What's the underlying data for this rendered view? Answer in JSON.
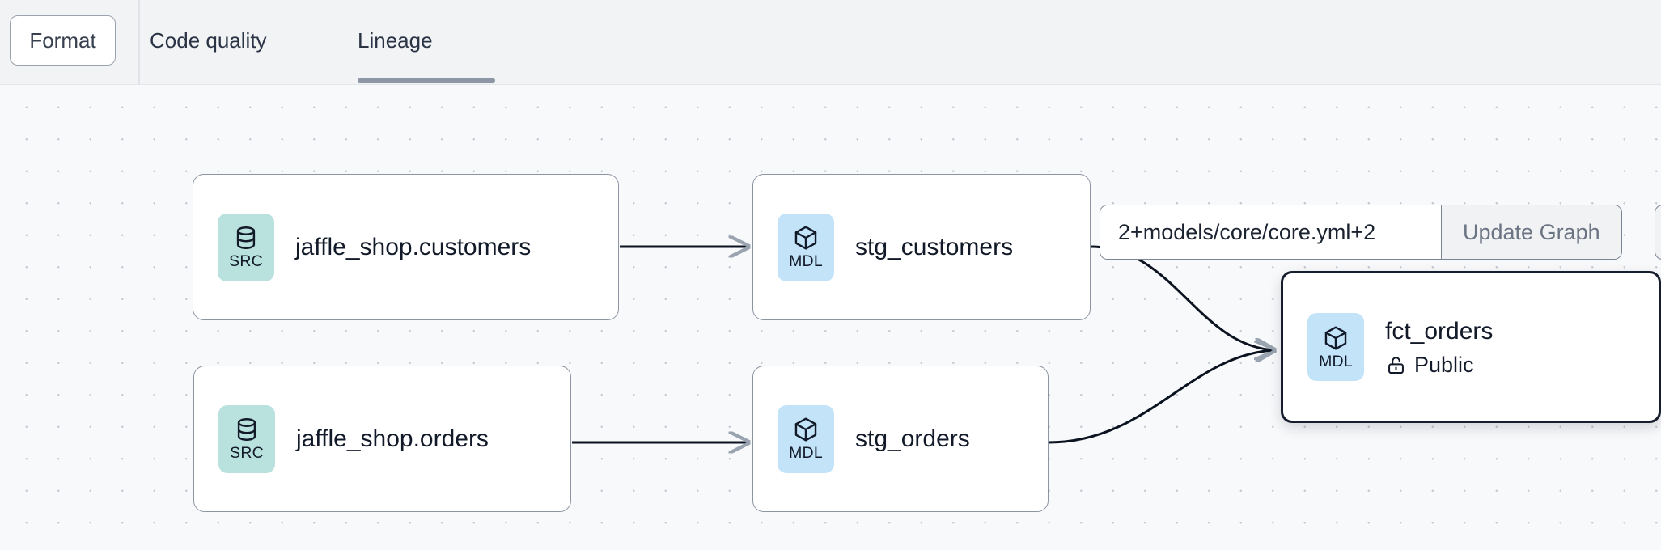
{
  "toolbar": {
    "format_label": "Format",
    "tabs": [
      {
        "label": "Code quality",
        "active": false
      },
      {
        "label": "Lineage",
        "active": true
      }
    ]
  },
  "graph_controls": {
    "selector_value": "2+models/core/core.yml+2",
    "selector_placeholder": "2+models/core/core.yml+2",
    "update_button_label": "Update Graph"
  },
  "lineage": {
    "nodes": [
      {
        "id": "jaffle_shop_customers",
        "title": "jaffle_shop.customers",
        "badge_kind": "src",
        "badge_label": "SRC",
        "badge_icon": "database-icon",
        "selected": false,
        "meta_label": null,
        "meta_icon": null
      },
      {
        "id": "stg_customers",
        "title": "stg_customers",
        "badge_kind": "mdl",
        "badge_label": "MDL",
        "badge_icon": "cube-icon",
        "selected": false,
        "meta_label": null,
        "meta_icon": null
      },
      {
        "id": "jaffle_shop_orders",
        "title": "jaffle_shop.orders",
        "badge_kind": "src",
        "badge_label": "SRC",
        "badge_icon": "database-icon",
        "selected": false,
        "meta_label": null,
        "meta_icon": null
      },
      {
        "id": "stg_orders",
        "title": "stg_orders",
        "badge_kind": "mdl",
        "badge_label": "MDL",
        "badge_icon": "cube-icon",
        "selected": false,
        "meta_label": null,
        "meta_icon": null
      },
      {
        "id": "fct_orders",
        "title": "fct_orders",
        "badge_kind": "mdl",
        "badge_label": "MDL",
        "badge_icon": "cube-icon",
        "selected": true,
        "meta_label": "Public",
        "meta_icon": "unlock-icon"
      }
    ],
    "edges": [
      {
        "from": "jaffle_shop_customers",
        "to": "stg_customers"
      },
      {
        "from": "jaffle_shop_orders",
        "to": "stg_orders"
      },
      {
        "from": "stg_customers",
        "to": "fct_orders"
      },
      {
        "from": "stg_orders",
        "to": "fct_orders"
      }
    ]
  },
  "colors": {
    "src_badge": "#b9e1dd",
    "mdl_badge": "#c3e3f8",
    "node_border": "#8d95a3",
    "node_border_selected": "#161d2d",
    "canvas_bg": "#f8f9fb",
    "toolbar_bg": "#f1f3f5",
    "tab_underline": "#8d96a5",
    "edge": "#0b1220"
  }
}
